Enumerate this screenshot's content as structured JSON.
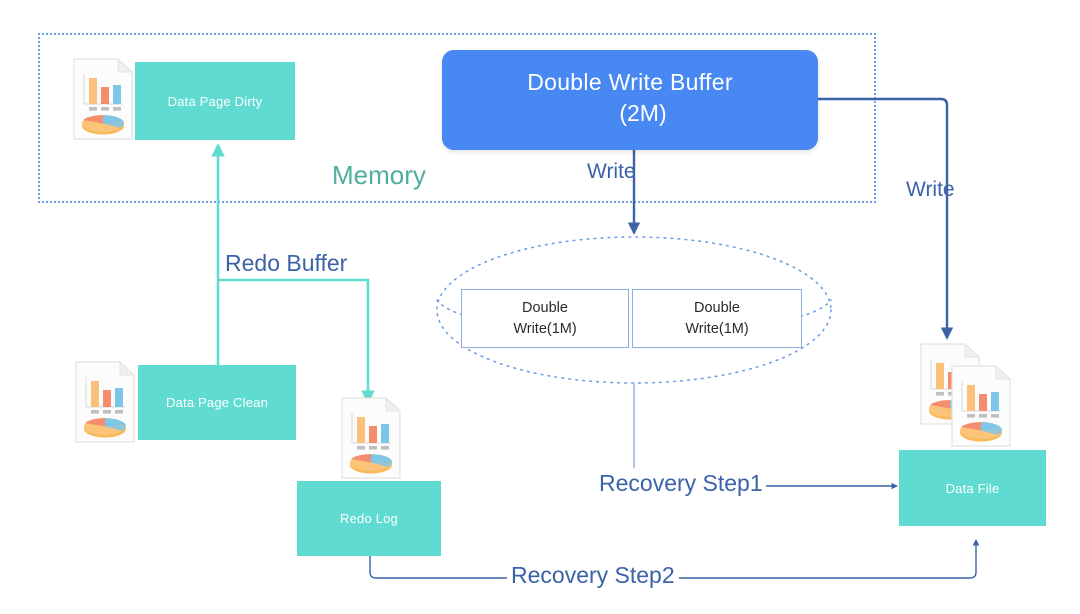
{
  "diagram": {
    "title": "InnoDB Double Write Buffer flow",
    "memory_region_label": "Memory",
    "boxes": {
      "data_page_dirty": "Data Page Dirty",
      "data_page_clean": "Data Page Clean",
      "redo_log": "Redo Log",
      "data_file": "Data File",
      "double_write_buffer_line1": "Double Write Buffer",
      "double_write_buffer_line2": "(2M)",
      "double_write_slot1_line1": "Double",
      "double_write_slot1_line2": "Write(1M)",
      "double_write_slot2_line1": "Double",
      "double_write_slot2_line2": "Write(1M)"
    },
    "edge_labels": {
      "write_center": "Write",
      "write_right": "Write",
      "redo_buffer": "Redo Buffer",
      "recovery_step1": "Recovery Step1",
      "recovery_step2": "Recovery Step2"
    },
    "icons": {
      "doc_dirty": "document-chart-icon",
      "doc_clean": "document-chart-icon",
      "doc_redo": "document-chart-icon",
      "doc_datafile_back": "document-chart-icon",
      "doc_datafile_front": "document-chart-icon"
    },
    "colors": {
      "teal": "#5FDBD1",
      "blue": "#4888F2",
      "dark_blue_line": "#3C62A8",
      "dotted_blue": "#6F9FE8",
      "memory_label": "#4FAF9E",
      "white": "#FFFFFF",
      "box_border": "#8FAEE0",
      "bar_orange": "#FBC07A",
      "bar_salmon": "#F58C6E",
      "bar_blue": "#7EC6E8",
      "pie_yellow": "#F9B956"
    }
  }
}
